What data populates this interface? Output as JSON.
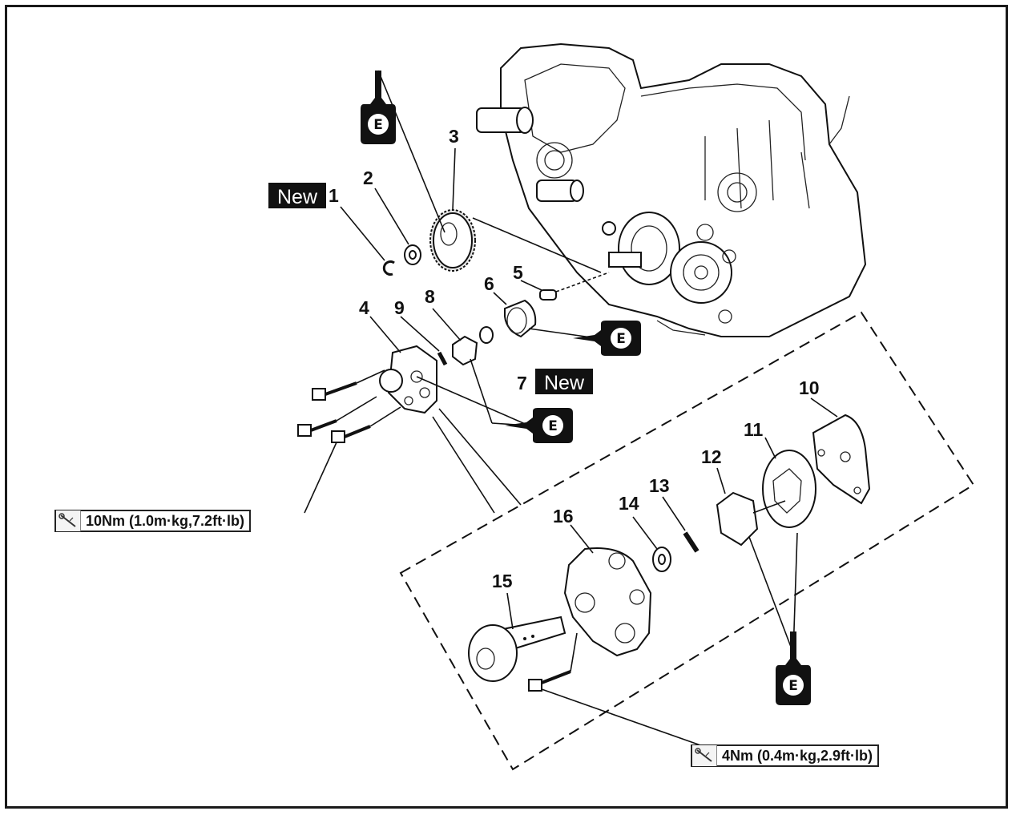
{
  "part_numbers": {
    "p1": "1",
    "p2": "2",
    "p3": "3",
    "p4": "4",
    "p5": "5",
    "p6": "6",
    "p7": "7",
    "p8": "8",
    "p9": "9",
    "p10": "10",
    "p11": "11",
    "p12": "12",
    "p13": "13",
    "p14": "14",
    "p15": "15",
    "p16": "16"
  },
  "new_badges": {
    "badge1": "New",
    "badge7": "New"
  },
  "oil_marks": {
    "letter": "E"
  },
  "torque_specs": {
    "upper": "10Nm (1.0m·kg,7.2ft·lb)",
    "lower": "4Nm (0.4m·kg,2.9ft·lb)"
  },
  "icons": {
    "oil_can": "oil-can-icon",
    "torque_wrench": "torque-wrench-icon"
  }
}
